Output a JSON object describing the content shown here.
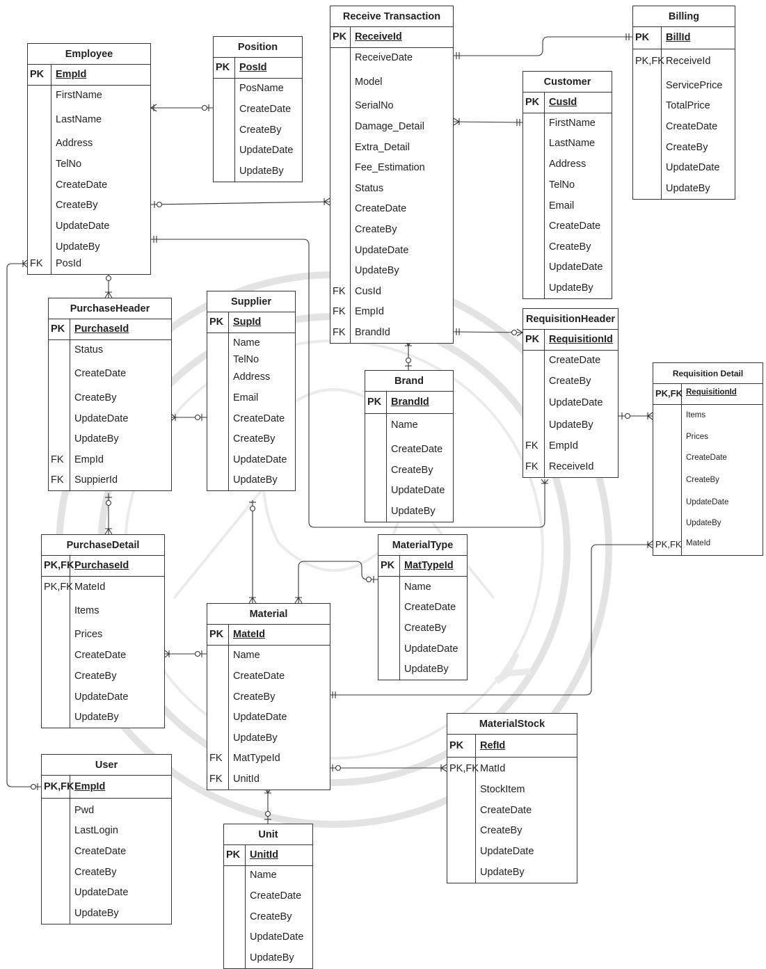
{
  "entities": {
    "employee": {
      "title": "Employee",
      "pk": {
        "key": "PK",
        "name": "EmpId"
      },
      "fields": [
        {
          "k": "",
          "n": "FirstName"
        },
        {
          "k": "",
          "n": "LastName"
        },
        {
          "k": "",
          "n": "Address"
        },
        {
          "k": "",
          "n": "TelNo"
        },
        {
          "k": "",
          "n": "CreateDate"
        },
        {
          "k": "",
          "n": "CreateBy"
        },
        {
          "k": "",
          "n": "UpdateDate"
        },
        {
          "k": "",
          "n": "UpdateBy"
        },
        {
          "k": "FK",
          "n": "PosId"
        }
      ]
    },
    "position": {
      "title": "Position",
      "pk": {
        "key": "PK",
        "name": "PosId"
      },
      "fields": [
        {
          "k": "",
          "n": "PosName"
        },
        {
          "k": "",
          "n": "CreateDate"
        },
        {
          "k": "",
          "n": "CreateBy"
        },
        {
          "k": "",
          "n": "UpdateDate"
        },
        {
          "k": "",
          "n": "UpdateBy"
        }
      ]
    },
    "receive": {
      "title": "Receive Transaction",
      "pk": {
        "key": "PK",
        "name": "ReceiveId"
      },
      "fields": [
        {
          "k": "",
          "n": "ReceiveDate"
        },
        {
          "k": "",
          "n": "Model"
        },
        {
          "k": "",
          "n": "SerialNo"
        },
        {
          "k": "",
          "n": "Damage_Detail"
        },
        {
          "k": "",
          "n": "Extra_Detail"
        },
        {
          "k": "",
          "n": "Fee_Estimation"
        },
        {
          "k": "",
          "n": "Status"
        },
        {
          "k": "",
          "n": "CreateDate"
        },
        {
          "k": "",
          "n": "CreateBy"
        },
        {
          "k": "",
          "n": "UpdateDate"
        },
        {
          "k": "",
          "n": "UpdateBy"
        },
        {
          "k": "FK",
          "n": "CusId"
        },
        {
          "k": "FK",
          "n": "EmpId"
        },
        {
          "k": "FK",
          "n": "BrandId"
        }
      ]
    },
    "billing": {
      "title": "Billing",
      "pk": {
        "key": "PK",
        "name": "BillId"
      },
      "fields": [
        {
          "k": "PK,FK",
          "n": "ReceiveId"
        },
        {
          "k": "",
          "n": "ServicePrice"
        },
        {
          "k": "",
          "n": "TotalPrice"
        },
        {
          "k": "",
          "n": "CreateDate"
        },
        {
          "k": "",
          "n": "CreateBy"
        },
        {
          "k": "",
          "n": "UpdateDate"
        },
        {
          "k": "",
          "n": "UpdateBy"
        }
      ]
    },
    "customer": {
      "title": "Customer",
      "pk": {
        "key": "PK",
        "name": "CusId"
      },
      "fields": [
        {
          "k": "",
          "n": "FirstName"
        },
        {
          "k": "",
          "n": "LastName"
        },
        {
          "k": "",
          "n": "Address"
        },
        {
          "k": "",
          "n": "TelNo"
        },
        {
          "k": "",
          "n": "Email"
        },
        {
          "k": "",
          "n": "CreateDate"
        },
        {
          "k": "",
          "n": "CreateBy"
        },
        {
          "k": "",
          "n": "UpdateDate"
        },
        {
          "k": "",
          "n": "UpdateBy"
        }
      ]
    },
    "purchaseHeader": {
      "title": "PurchaseHeader",
      "pk": {
        "key": "PK",
        "name": "PurchaseId"
      },
      "fields": [
        {
          "k": "",
          "n": "Status"
        },
        {
          "k": "",
          "n": "CreateDate"
        },
        {
          "k": "",
          "n": "CreateBy"
        },
        {
          "k": "",
          "n": "UpdateDate"
        },
        {
          "k": "",
          "n": "UpdateBy"
        },
        {
          "k": "FK",
          "n": "EmpId"
        },
        {
          "k": "FK",
          "n": "SuppierId"
        }
      ]
    },
    "supplier": {
      "title": "Supplier",
      "pk": {
        "key": "PK",
        "name": "SupId"
      },
      "fields": [
        {
          "k": "",
          "n": "Name"
        },
        {
          "k": "",
          "n": "TelNo"
        },
        {
          "k": "",
          "n": "Address"
        },
        {
          "k": "",
          "n": "Email"
        },
        {
          "k": "",
          "n": "CreateDate"
        },
        {
          "k": "",
          "n": "CreateBy"
        },
        {
          "k": "",
          "n": "UpdateDate"
        },
        {
          "k": "",
          "n": "UpdateBy"
        }
      ]
    },
    "brand": {
      "title": "Brand",
      "pk": {
        "key": "PK",
        "name": "BrandId"
      },
      "fields": [
        {
          "k": "",
          "n": "Name"
        },
        {
          "k": "",
          "n": "CreateDate"
        },
        {
          "k": "",
          "n": "CreateBy"
        },
        {
          "k": "",
          "n": "UpdateDate"
        },
        {
          "k": "",
          "n": "UpdateBy"
        }
      ]
    },
    "reqHeader": {
      "title": "RequisitionHeader",
      "pk": {
        "key": "PK",
        "name": "RequisitionId"
      },
      "fields": [
        {
          "k": "",
          "n": "CreateDate"
        },
        {
          "k": "",
          "n": "CreateBy"
        },
        {
          "k": "",
          "n": "UpdateDate"
        },
        {
          "k": "",
          "n": "UpdateBy"
        },
        {
          "k": "FK",
          "n": "EmpId"
        },
        {
          "k": "FK",
          "n": "ReceiveId"
        }
      ]
    },
    "reqDetail": {
      "title": "Requisition Detail",
      "pk": {
        "key": "PK,FK",
        "name": "RequisitionId"
      },
      "fields": [
        {
          "k": "",
          "n": "Items"
        },
        {
          "k": "",
          "n": "Prices"
        },
        {
          "k": "",
          "n": "CreateDate"
        },
        {
          "k": "",
          "n": "CreateBy"
        },
        {
          "k": "",
          "n": "UpdateDate"
        },
        {
          "k": "",
          "n": "UpdateBy"
        },
        {
          "k": "PK,FK",
          "n": "MateId"
        }
      ]
    },
    "purchaseDetail": {
      "title": "PurchaseDetail",
      "pk": {
        "key": "PK,FK",
        "name": "PurchaseId"
      },
      "fields": [
        {
          "k": "PK,FK",
          "n": "MateId"
        },
        {
          "k": "",
          "n": "Items"
        },
        {
          "k": "",
          "n": "Prices"
        },
        {
          "k": "",
          "n": "CreateDate"
        },
        {
          "k": "",
          "n": "CreateBy"
        },
        {
          "k": "",
          "n": "UpdateDate"
        },
        {
          "k": "",
          "n": "UpdateBy"
        }
      ]
    },
    "materialType": {
      "title": "MaterialType",
      "pk": {
        "key": "PK",
        "name": "MatTypeId"
      },
      "fields": [
        {
          "k": "",
          "n": "Name"
        },
        {
          "k": "",
          "n": "CreateDate"
        },
        {
          "k": "",
          "n": "CreateBy"
        },
        {
          "k": "",
          "n": "UpdateDate"
        },
        {
          "k": "",
          "n": "UpdateBy"
        }
      ]
    },
    "material": {
      "title": "Material",
      "pk": {
        "key": "PK",
        "name": "MateId"
      },
      "fields": [
        {
          "k": "",
          "n": "Name"
        },
        {
          "k": "",
          "n": "CreateDate"
        },
        {
          "k": "",
          "n": "CreateBy"
        },
        {
          "k": "",
          "n": "UpdateDate"
        },
        {
          "k": "",
          "n": "UpdateBy"
        },
        {
          "k": "FK",
          "n": "MatTypeId"
        },
        {
          "k": "FK",
          "n": "UnitId"
        }
      ]
    },
    "materialStock": {
      "title": "MaterialStock",
      "pk": {
        "key": "PK",
        "name": "RefId"
      },
      "fields": [
        {
          "k": "PK,FK",
          "n": "MatId"
        },
        {
          "k": "",
          "n": "StockItem"
        },
        {
          "k": "",
          "n": "CreateDate"
        },
        {
          "k": "",
          "n": "CreateBy"
        },
        {
          "k": "",
          "n": "UpdateDate"
        },
        {
          "k": "",
          "n": "UpdateBy"
        }
      ]
    },
    "user": {
      "title": "User",
      "pk": {
        "key": "PK,FK",
        "name": "EmpId"
      },
      "fields": [
        {
          "k": "",
          "n": "Pwd"
        },
        {
          "k": "",
          "n": "LastLogin"
        },
        {
          "k": "",
          "n": "CreateDate"
        },
        {
          "k": "",
          "n": "CreateBy"
        },
        {
          "k": "",
          "n": "UpdateDate"
        },
        {
          "k": "",
          "n": "UpdateBy"
        }
      ]
    },
    "unit": {
      "title": "Unit",
      "pk": {
        "key": "PK",
        "name": "UnitId"
      },
      "fields": [
        {
          "k": "",
          "n": "Name"
        },
        {
          "k": "",
          "n": "CreateDate"
        },
        {
          "k": "",
          "n": "CreateBy"
        },
        {
          "k": "",
          "n": "UpdateDate"
        },
        {
          "k": "",
          "n": "UpdateBy"
        }
      ]
    }
  },
  "colors": {
    "line": "#333333",
    "watermark": "#dddddd"
  }
}
